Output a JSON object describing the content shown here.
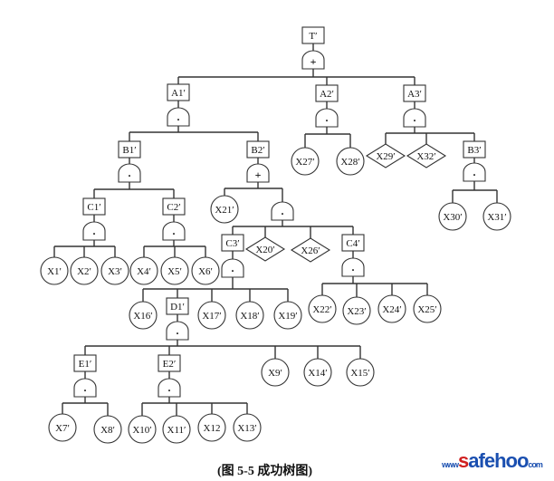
{
  "nodes": {
    "T": "T′",
    "A1": "A1′",
    "A2": "A2′",
    "A3": "A3′",
    "B1": "B1′",
    "B2": "B2′",
    "B3": "B3′",
    "C1": "C1′",
    "C2": "C2′",
    "C3": "C3′",
    "C4": "C4′",
    "D1": "D1′",
    "E1": "E1′",
    "E2": "E2′",
    "X1": "X1′",
    "X2": "X2′",
    "X3": "X3′",
    "X4": "X4′",
    "X5": "X5′",
    "X6": "X6′",
    "X7": "X7′",
    "X8": "X8′",
    "X9": "X9′",
    "X10": "X10′",
    "X11": "X11′",
    "X12": "X12",
    "X13": "X13′",
    "X14": "X14′",
    "X15": "X15′",
    "X16": "X16′",
    "X17": "X17′",
    "X18": "X18′",
    "X19": "X19′",
    "X20": "X20′",
    "X21": "X21′",
    "X22": "X22′",
    "X23": "X23′",
    "X24": "X24′",
    "X25": "X25′",
    "X26": "X26′",
    "X27": "X27′",
    "X28": "X28′",
    "X29": "X29′",
    "X30": "X30′",
    "X31": "X31′",
    "X32": "X32′"
  },
  "gates": {
    "or": "+",
    "and": "·"
  },
  "caption": "(图 5-5 成功树图)",
  "logo": {
    "prefix": "www",
    "main": "safehoo",
    "suffix": "com"
  }
}
